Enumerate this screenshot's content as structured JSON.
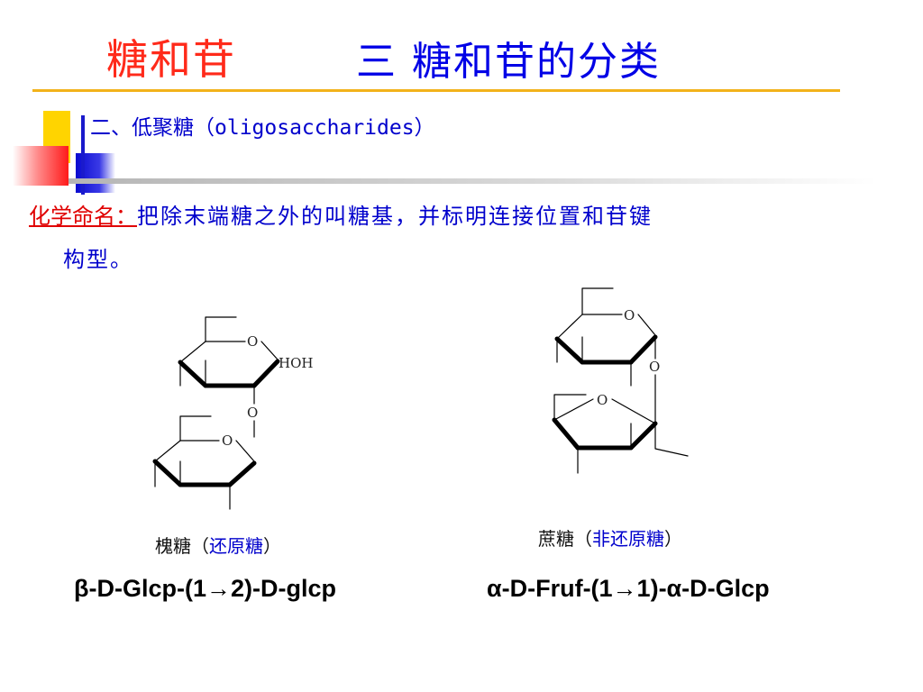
{
  "header": {
    "main_title": "糖和苷",
    "sub_title": "三  糖和苷的分类"
  },
  "section": {
    "heading": "二、低聚糖（oligosaccharides）"
  },
  "definition": {
    "label": "化学命名：",
    "text_line1": "把除末端糖之外的叫糖基，并标明连接位置和苷键",
    "text_line2": "构型。"
  },
  "molecules": [
    {
      "atom_labels": [
        "O",
        "HOH",
        "O",
        "O"
      ],
      "caption_prefix": "槐糖（",
      "caption_blue": "还原糖",
      "caption_suffix": "）",
      "formula": "β-D-Glcp-(1→2)-D-glcp"
    },
    {
      "atom_labels": [
        "O",
        "O",
        "O"
      ],
      "caption_prefix": "蔗糖（",
      "caption_blue": "非还原糖",
      "caption_suffix": "）",
      "formula": "α-D-Fruf-(1→1)-α-D-Glcp"
    }
  ],
  "colors": {
    "title_red": "#ff2a1a",
    "title_blue": "#0000e6",
    "rule_gold": "#f2b21a",
    "text_blue": "#0000cc",
    "label_red": "#e00000"
  }
}
